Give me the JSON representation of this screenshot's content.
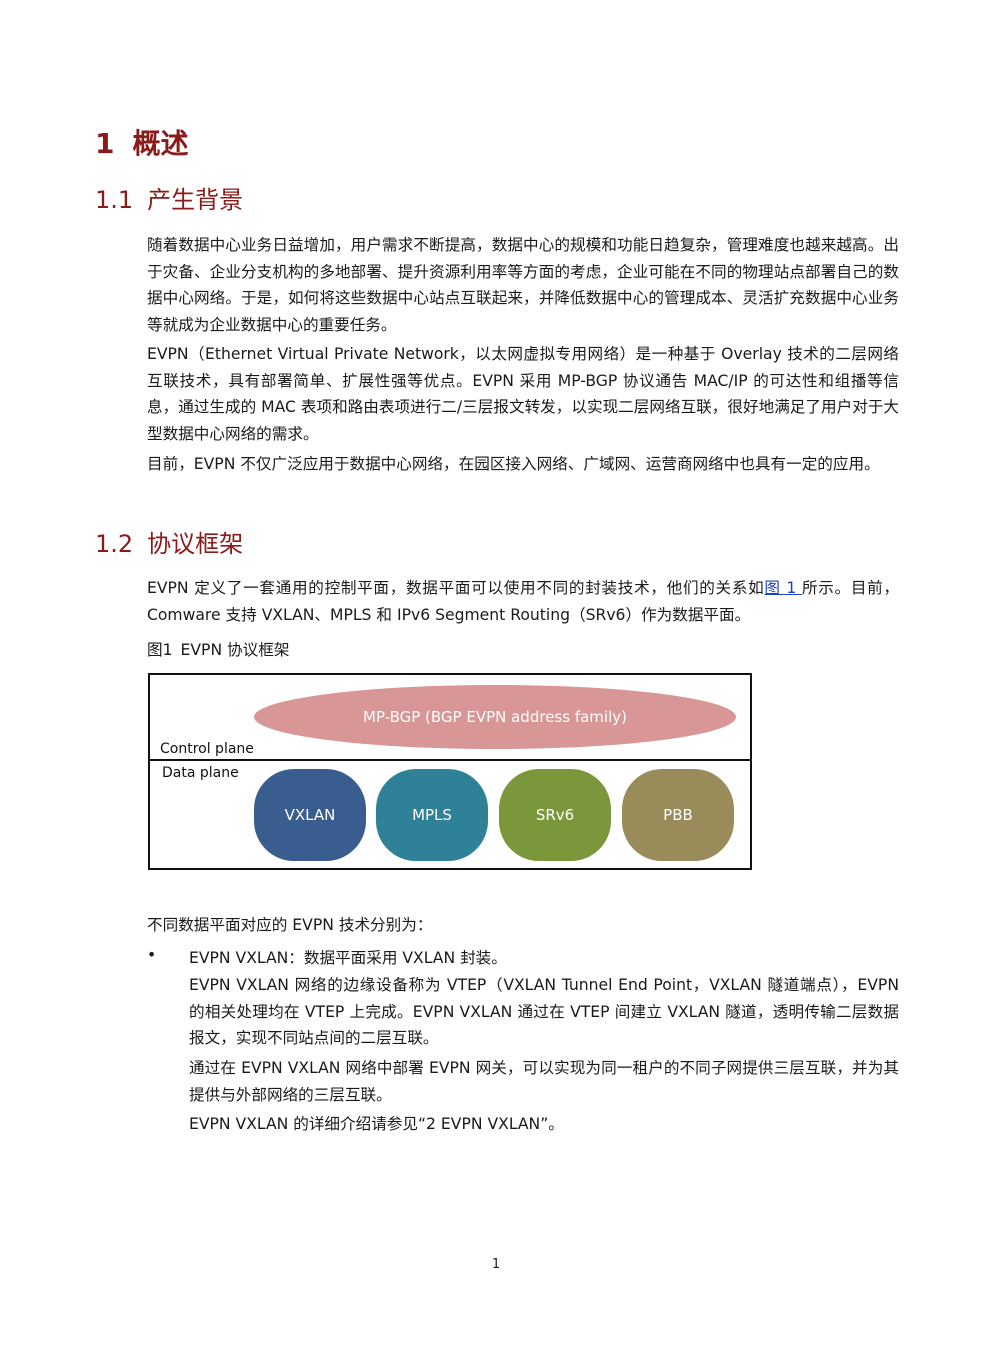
{
  "heading1": {
    "number": "1",
    "title": "概述"
  },
  "section_1_1": {
    "number": "1.1",
    "title": "产生背景",
    "paragraphs": [
      "随着数据中心业务日益增加，用户需求不断提高，数据中心的规模和功能日趋复杂，管理难度也越来越高。出于灾备、企业分支机构的多地部署、提升资源利用率等方面的考虑，企业可能在不同的物理站点部署自己的数据中心网络。于是，如何将这些数据中心站点互联起来，并降低数据中心的管理成本、灵活扩充数据中心业务等就成为企业数据中心的重要任务。",
      "EVPN（Ethernet Virtual Private Network，以太网虚拟专用网络）是一种基于 Overlay 技术的二层网络互联技术，具有部署简单、扩展性强等优点。EVPN 采用 MP-BGP 协议通告 MAC/IP 的可达性和组播等信息，通过生成的 MAC 表项和路由表项进行二/三层报文转发，以实现二层网络互联，很好地满足了用户对于大型数据中心网络的需求。",
      "目前，EVPN 不仅广泛应用于数据中心网络，在园区接入网络、广域网、运营商网络中也具有一定的应用。"
    ]
  },
  "section_1_2": {
    "number": "1.2",
    "title": "协议框架",
    "para1_before_link": "EVPN 定义了一套通用的控制平面，数据平面可以使用不同的封装技术，他们的关系如",
    "para1_link": "图 1 ",
    "para1_after_link": "所示。目前，Comware 支持 VXLAN、MPLS 和 IPv6 Segment Routing（SRv6）作为数据平面。"
  },
  "figure": {
    "caption_number": "图1",
    "caption_title": "EVPN 协议框架",
    "control_plane_label": "Control plane",
    "data_plane_label": "Data plane",
    "control_protocol": "MP-BGP (BGP EVPN address family)",
    "data_planes": [
      {
        "label": "VXLAN",
        "color": "#3a5d8f"
      },
      {
        "label": "MPLS",
        "color": "#2e8196"
      },
      {
        "label": "SRv6",
        "color": "#7a973c"
      },
      {
        "label": "PBB",
        "color": "#9a8c5a"
      }
    ],
    "control_color": "#d89696"
  },
  "after_figure": {
    "intro": "不同数据平面对应的 EVPN 技术分别为：",
    "bullet_symbol": "•",
    "bullet_text": "EVPN VXLAN：数据平面采用 VXLAN 封装。",
    "sub_paragraphs": [
      "EVPN VXLAN 网络的边缘设备称为 VTEP（VXLAN Tunnel End Point，VXLAN 隧道端点），EVPN 的相关处理均在 VTEP 上完成。EVPN VXLAN 通过在 VTEP 间建立 VXLAN 隧道，透明传输二层数据报文，实现不同站点间的二层互联。",
      "通过在 EVPN VXLAN 网络中部署 EVPN 网关，可以实现为同一租户的不同子网提供三层互联，并为其提供与外部网络的三层互联。",
      "EVPN VXLAN 的详细介绍请参见“2  EVPN VXLAN”。"
    ]
  },
  "page_number": "1"
}
